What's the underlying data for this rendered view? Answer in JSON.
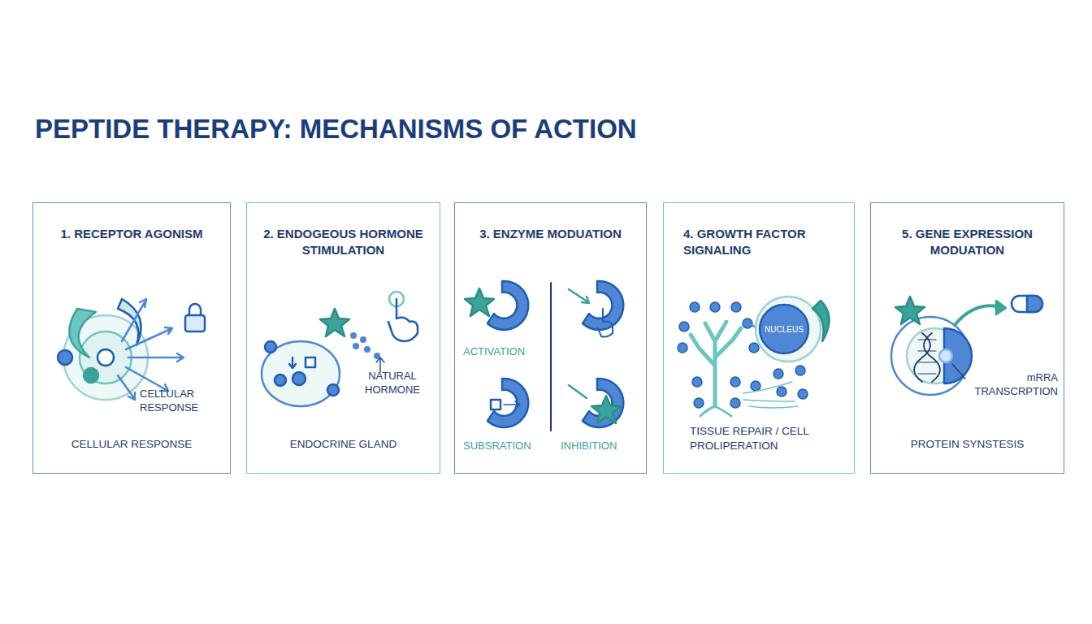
{
  "diagram": {
    "title": "PEPTIDE THERAPY: MECHANISMS OF ACTION",
    "nodes": [
      {
        "text": [
          "1. RECEPTOR AGONISM",
          "CELLULAR RESPONSE"
        ]
      },
      {
        "text": [
          "2. ENDOGEOUS HORMONE STIMULATION",
          "ENDOCRINE GLAND"
        ]
      },
      {
        "text": [
          "3. ENZYME MODUATION"
        ]
      },
      {
        "text": [
          "4. GROWTH FACTOR SIGNALING",
          "TISSUE REPAIR / CELL PROLIPERATION"
        ]
      },
      {
        "text": [
          "5. GENE EXPRESSION MODUATION",
          "PROTEIN SYNSTESIS"
        ]
      }
    ],
    "labels": [
      "CELLULAR RESPONSE",
      "NATURAL HORMONE",
      "ACTIVATION",
      "SUBSRATION",
      "INHIBITION",
      "NUCLEUS",
      "mRRA TRANSCRPTION"
    ]
  }
}
